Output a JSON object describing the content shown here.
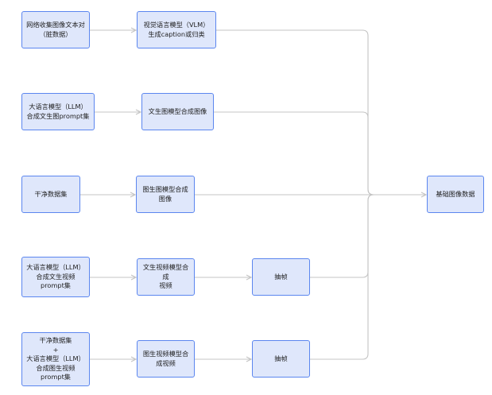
{
  "diagram": {
    "colors": {
      "box_fill": "#dfe7fb",
      "box_border": "#5b86ef",
      "connector": "#c4c4c4"
    },
    "nodes": {
      "web_collect": "网络收集图像文本对\n（脏数据）",
      "vlm_caption": "视觉语言模型（VLM）\n生成caption或归类",
      "llm_t2i_prompt": "大语言模型（LLM）\n合成文生图prompt集",
      "t2i_model": "文生图模型合成图像",
      "clean_dataset": "干净数据集",
      "i2i_model": "图生图模型合成\n图像",
      "llm_t2v_prompt": "大语言模型（LLM）\n合成文生视频\nprompt集",
      "t2v_model": "文生视频模型合成\n视频",
      "frame_extract_1": "抽帧",
      "clean_plus_llm_i2v": "干净数据集\n+\n大语言模型（LLM）\n合成图生视频\nprompt集",
      "i2v_model": "图生视频模型合\n成视频",
      "frame_extract_2": "抽帧",
      "base_image_data": "基础图像数据"
    }
  }
}
